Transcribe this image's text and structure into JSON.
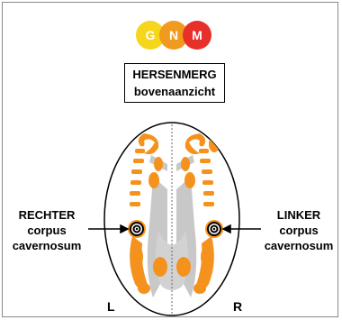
{
  "logo": {
    "letters": [
      "G",
      "N",
      "M"
    ],
    "colors": [
      "#f5d61c",
      "#f29a1e",
      "#e8302a"
    ]
  },
  "title": {
    "line1": "HERSENMERG",
    "line2": "bovenaanzicht"
  },
  "left_label": {
    "line1": "RECHTER",
    "line2": "corpus",
    "line3": "cavernosum"
  },
  "right_label": {
    "line1": "LINKER",
    "line2": "corpus",
    "line3": "cavernosum"
  },
  "side_markers": {
    "left": "L",
    "right": "R"
  },
  "colors": {
    "cortex": "#f5921e",
    "white_matter": "#c8c8c8",
    "outline": "#000000"
  }
}
